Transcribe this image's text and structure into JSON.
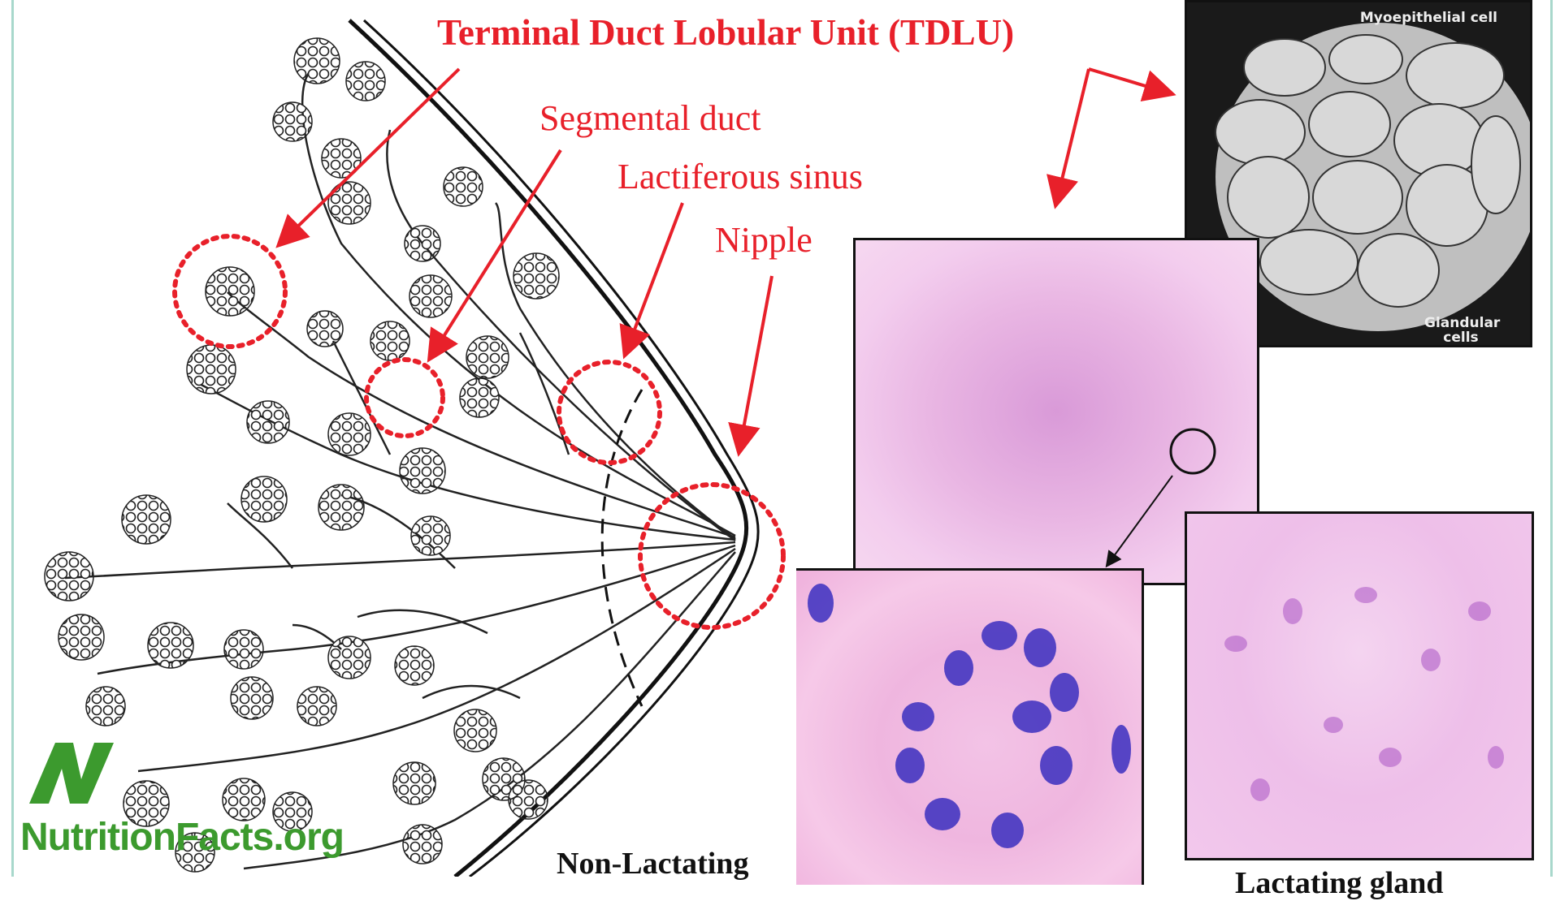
{
  "labels": {
    "title": "Terminal Duct Lobular Unit (TDLU)",
    "segmental_duct": "Segmental duct",
    "lactiferous_sinus": "Lactiferous sinus",
    "nipple": "Nipple"
  },
  "sem_labels": {
    "myoepithelial": "Myoepithelial cell",
    "glandular": "Glandular cells"
  },
  "captions": {
    "non_lactating": "Non-Lactating",
    "lactating": "Lactating gland"
  },
  "logo": {
    "text": "NutritionFacts.org"
  },
  "colors": {
    "annotation_red": "#e8202a",
    "logo_green": "#3c9a2e",
    "frame_teal": "#a8d8cc"
  }
}
